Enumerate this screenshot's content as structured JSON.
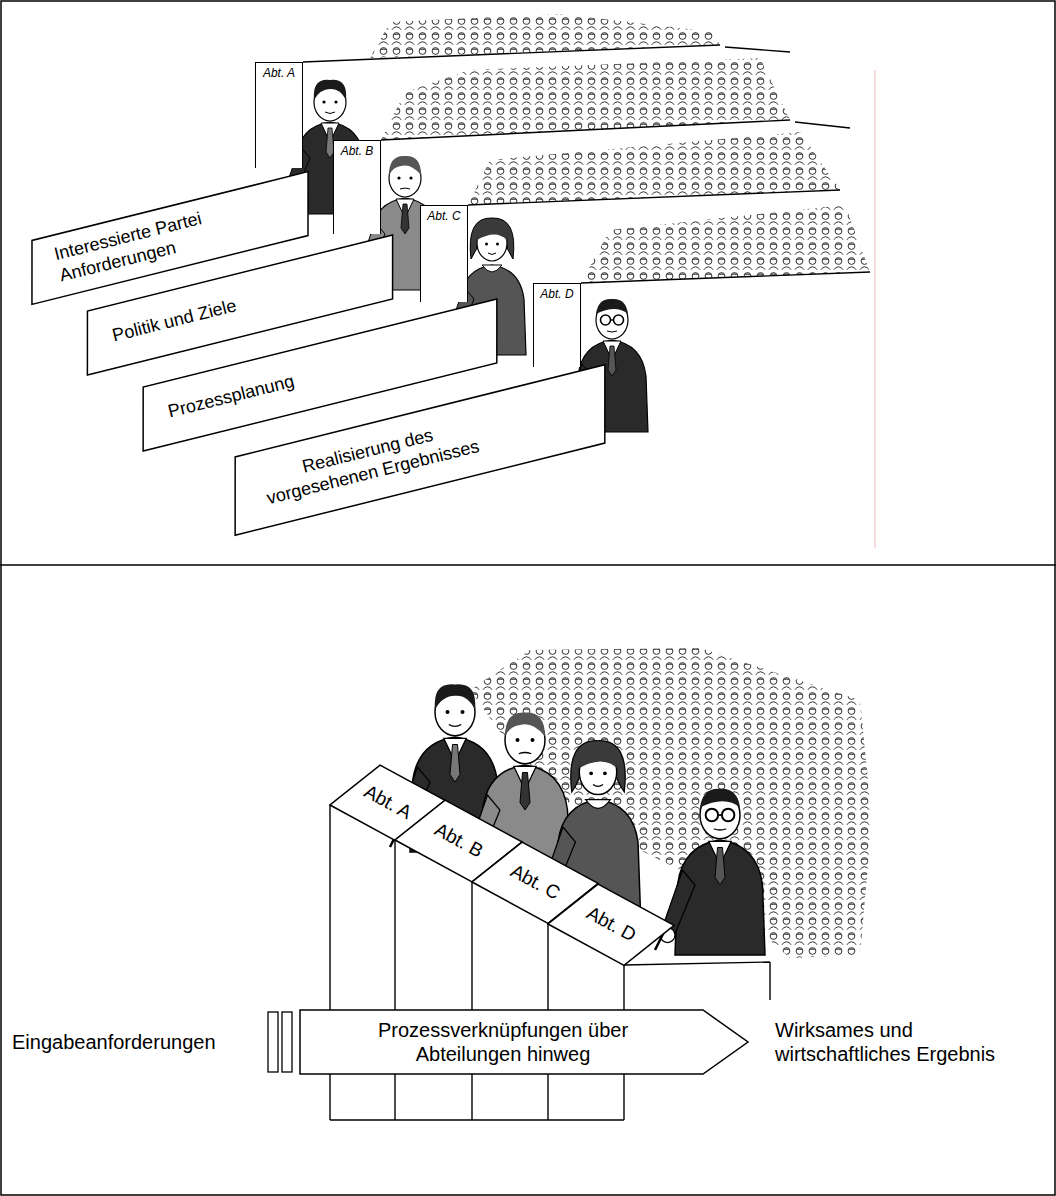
{
  "diagram": {
    "nodes": [
      {
        "text": [
          "Abt. A"
        ]
      },
      {
        "text": [
          "Abt. B"
        ]
      },
      {
        "text": [
          "Abt. C"
        ]
      },
      {
        "text": [
          "Abt. D"
        ]
      },
      {
        "text": [
          "Interessierte Partei Anforderungen"
        ]
      },
      {
        "text": [
          "Politik und Ziele"
        ]
      },
      {
        "text": [
          "Prozessplanung"
        ]
      },
      {
        "text": [
          "Realisierung des vorgesehenen Ergebnisses"
        ]
      },
      {
        "text": [
          "Abt. A"
        ]
      },
      {
        "text": [
          "Abt. B"
        ]
      },
      {
        "text": [
          "Abt. C"
        ]
      },
      {
        "text": [
          "Abt. D"
        ]
      },
      {
        "text": [
          "Prozessverknüpfungen über Abteilungen hinweg"
        ]
      }
    ],
    "labels": [
      "Eingabeanforderungen",
      "Wirksames und wirtschaftliches Ergebnis"
    ]
  }
}
